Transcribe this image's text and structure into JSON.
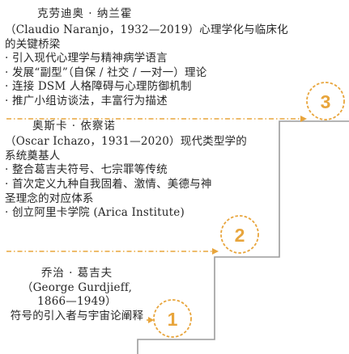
{
  "figures": [
    {
      "step": "3",
      "name": "克劳迪奥 · 纳兰霍",
      "lines": [
        "（Claudio Naranjo，1932—2019）心理学化与临床化",
        "的关键桥梁",
        "· 引入现代心理学与精神病学语言",
        "· 发展“副型”（自保 / 社交 / 一对一）理论",
        "· 连接 DSM 人格障碍与心理防御机制",
        "· 推广小组访谈法，丰富行为描述"
      ]
    },
    {
      "step": "2",
      "name": "奥斯卡 · 依察诺",
      "lines": [
        "（Oscar Ichazo，1931—2020）现代类型学的",
        "系统奠基人",
        "· 整合葛吉夫符号、七宗罪等传统",
        "· 首次定义九种自我固着、激情、美德与神",
        "圣理念的对应体系",
        "· 创立阿里卡学院 (Arica Institute)"
      ]
    },
    {
      "step": "1",
      "name": "乔治 · 葛吉夫",
      "lines": [
        "（George Gurdjieff,",
        "1866—1949）",
        "符号的引入者与宇宙论阐释"
      ]
    }
  ],
  "colors": {
    "accent": "#e8a53c",
    "text": "#262626",
    "stair": "#9c9c9c"
  }
}
